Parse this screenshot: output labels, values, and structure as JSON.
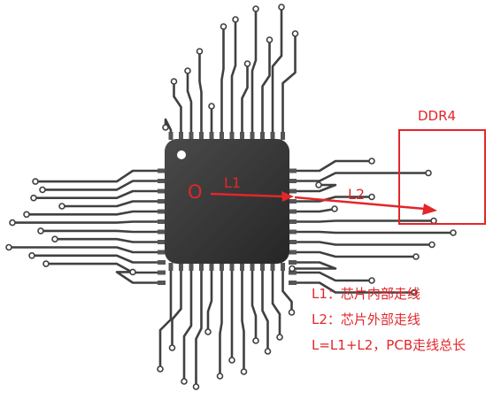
{
  "diagram": {
    "ddr_label": "DDR4",
    "origin_label": "O",
    "l1_label": "L1",
    "l2_label": "L2",
    "legend": [
      "L1：芯片内部走线",
      "L2：芯片外部走线",
      "L=L1+L2，PCB走线总长"
    ],
    "colors": {
      "annotation": "#e3262a",
      "chip_body": "#333333",
      "trace": "#404040"
    }
  }
}
